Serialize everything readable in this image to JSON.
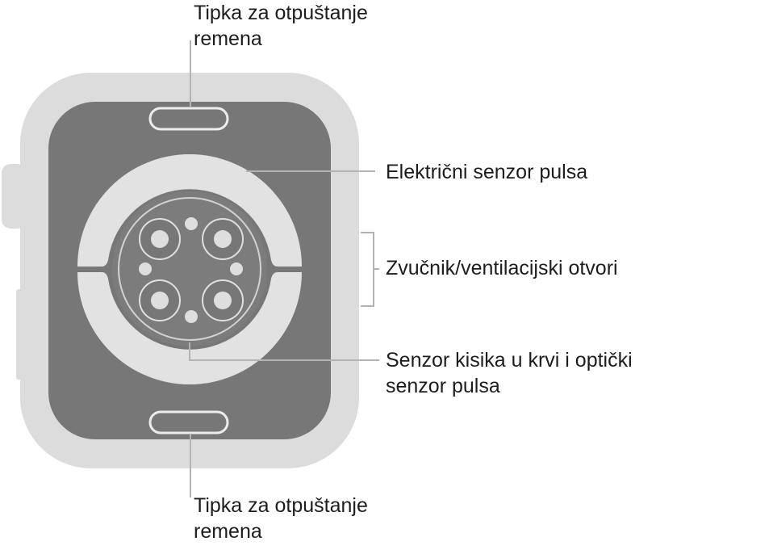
{
  "colors": {
    "case": "#dcdcdc",
    "back_panel": "#777777",
    "sensor_ring": "#e2e2e2",
    "sensor_core": "#7c7c7c",
    "lens": "#dedede",
    "leader_line": "#b3b3b3",
    "text": "#1d1d1f"
  },
  "labels": {
    "band_release_top": {
      "line1": "Tipka za otpuštanje",
      "line2": "remena"
    },
    "electrical_heart_sensor": "Električni senzor pulsa",
    "speaker_vents": "Zvučnik/ventilacijski otvori",
    "blood_oxygen_sensor": {
      "line1": "Senzor kisika u krvi i optički",
      "line2": "senzor pulsa"
    },
    "band_release_bottom": {
      "line1": "Tipka za otpuštanje",
      "line2": "remena"
    }
  }
}
